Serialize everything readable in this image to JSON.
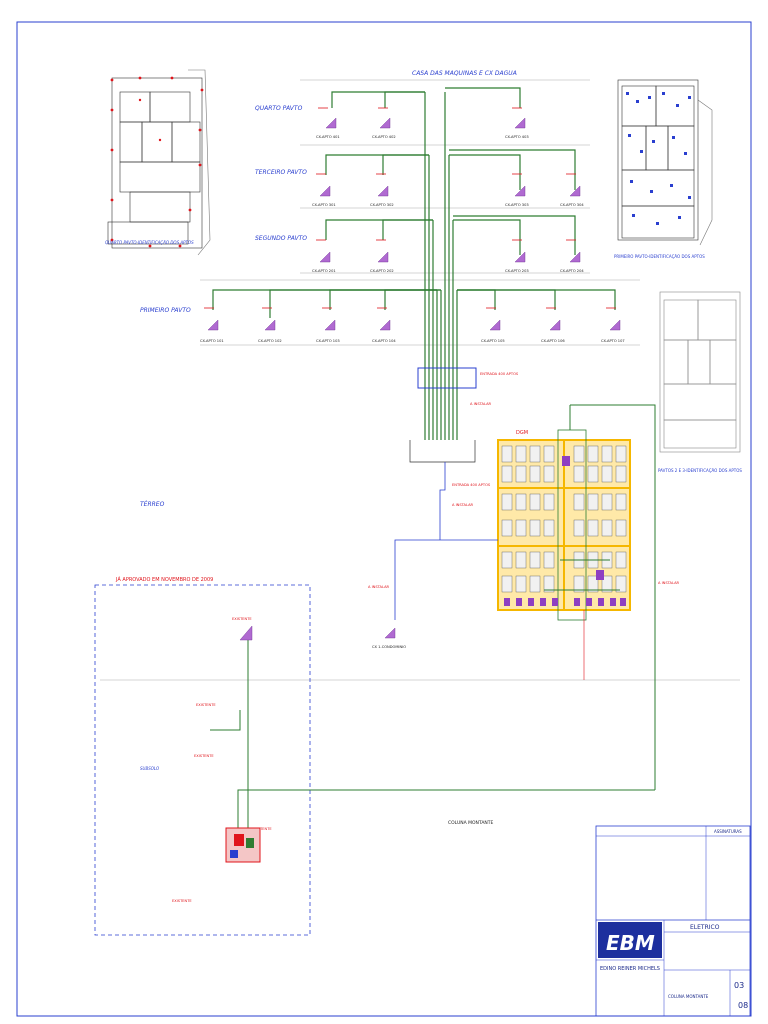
{
  "header": {
    "title": "CASA DAS MAQUINAS E CX DAGUA"
  },
  "floors": {
    "quarto": "QUARTO PAVTO",
    "terceiro": "TERCEIRO PAVTO",
    "segundo": "SEGUNDO PAVTO",
    "primeiro": "PRIMEIRO PAVTO",
    "terreo": "TÉRREO",
    "subsolo": "SUBSOLO"
  },
  "plans": {
    "top_left": "QUARTO PAVTO-IDENTIFICAÇÃO DOS APTOS",
    "top_right": "PRIMEIRO PAVTO-IDENTIFICAÇÃO DOS APTOS",
    "mid_right": "PAVTOS 2 E 3-IDENTIFICAÇÃO DOS APTOS"
  },
  "apartments": {
    "quarto": [
      "CX-APTO 401",
      "CX-APTO 402",
      "CX-APTO 403"
    ],
    "terceiro": [
      "CX-APTO 301",
      "CX-APTO 302",
      "CX-APTO 303",
      "CX-APTO 304"
    ],
    "segundo": [
      "CX-APTO 201",
      "CX-APTO 202",
      "CX-APTO 203",
      "CX-APTO 204"
    ],
    "primeiro": [
      "CX-APTO 101",
      "CX-APTO 102",
      "CX-APTO 103",
      "CX-APTO 104",
      "CX-APTO 105",
      "CX-APTO 106",
      "CX-APTO 107"
    ]
  },
  "dg": {
    "label": "DGM"
  },
  "condominio": {
    "label": "CX 1-CONDOMINIO"
  },
  "approval": {
    "label": "JÁ APROVADO EM NOVEMBRO DE 2009"
  },
  "annotations": {
    "coluna": "COLUNA MONTANTE",
    "existente": "EXISTENTE",
    "a_instalar": "A INSTALAR"
  },
  "title_block": {
    "company": "EBM",
    "brand_text": "ELETRICO",
    "engineer": "EDINO REINER MICHELS",
    "drawing": "COLUNA MONTANTE",
    "sheet": "03",
    "total": "08",
    "revisions_header": "ASSINATURAS"
  },
  "colors": {
    "frame": "#2a3fcf",
    "riser": "#2e7d32",
    "apartment_marker": "#e0141b",
    "panel": "#f5b700"
  }
}
